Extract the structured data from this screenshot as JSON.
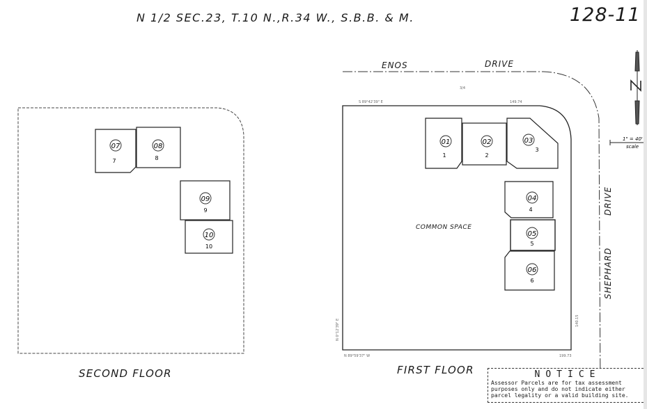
{
  "header": {
    "title": "N 1/2 SEC.23, T.10 N.,R.34 W., S.B.B. & M.",
    "page_number": "128-11"
  },
  "north_arrow": {
    "icon": "north-arrow-icon",
    "label": "N"
  },
  "scale": {
    "text": "1\" = 40'",
    "label": "scale"
  },
  "streets": {
    "top_left": "ENOS",
    "top_right": "DRIVE",
    "right_bottom": "SHEPHARD",
    "right_top": "DRIVE"
  },
  "second_floor": {
    "label": "SECOND FLOOR",
    "units": [
      {
        "id": "07",
        "number": "7"
      },
      {
        "id": "08",
        "number": "8"
      },
      {
        "id": "09",
        "number": "9"
      },
      {
        "id": "10",
        "number": "10"
      }
    ]
  },
  "first_floor": {
    "label": "FIRST FLOOR",
    "common_space_label": "COMMON SPACE",
    "units": [
      {
        "id": "01",
        "number": "1"
      },
      {
        "id": "02",
        "number": "2"
      },
      {
        "id": "03",
        "number": "3"
      },
      {
        "id": "04",
        "number": "4"
      },
      {
        "id": "05",
        "number": "5"
      },
      {
        "id": "06",
        "number": "6"
      }
    ],
    "dimensions": {
      "top_bearing": "S 89°42'39\" E",
      "top_length": "149.74",
      "bottom_bearing": "N 89°59'37\" W",
      "bottom_length": "199.73",
      "left_bearing": "N 0°12'39\" E",
      "right_length": "140.15",
      "lot_fraction": "3/4"
    }
  },
  "notice": {
    "title": "NOTICE",
    "body": "Assessor Parcels are for tax assessment purposes only and do not indicate either parcel legality or a valid building site."
  },
  "colors": {
    "ink": "#1a1a1a",
    "paper": "#ffffff"
  }
}
